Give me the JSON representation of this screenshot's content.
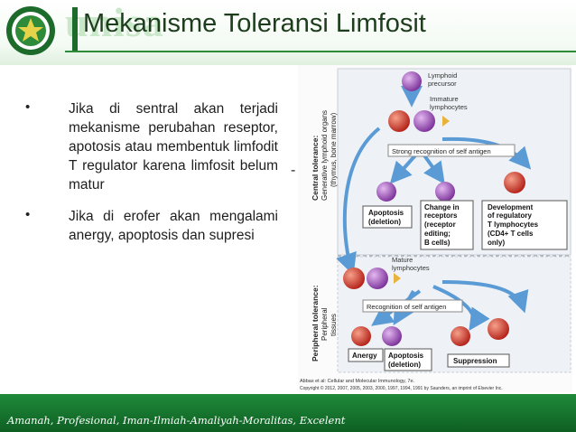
{
  "header": {
    "brand": "unisa",
    "title": "Mekanisme Toleransi Limfosit"
  },
  "bullets": [
    {
      "symbol": "•",
      "text": "Jika di sentral akan terjadi mekanisme perubahan reseptor, apotosis atau membentuk limfodit T regulator karena limfosit belum matur"
    },
    {
      "symbol": "•",
      "text": "Jika di erofer akan mengalami anergy, apoptosis dan supresi"
    }
  ],
  "dash": "-",
  "figure": {
    "lymphoid_precursor": [
      "Lymphoid",
      "precursor"
    ],
    "immature": [
      "Immature",
      "lymphocytes"
    ],
    "central_axis": [
      "Central tolerance:",
      "Generative lymphoid organs",
      "(thymus, bone marrow)"
    ],
    "strong_recognition": "Strong recognition of self antigen",
    "apoptosis_deletion": [
      "Apoptosis",
      "(deletion)"
    ],
    "change_receptors": [
      "Change in",
      "receptors",
      "(receptor",
      "editing;",
      "B cells)"
    ],
    "development_treg": [
      "Development",
      "of regulatory",
      "T lymphocytes",
      "(CD4+ T cells",
      "only)"
    ],
    "mature": [
      "Mature",
      "lymphocytes"
    ],
    "peripheral_axis": [
      "Peripheral tolerance:",
      "Peripheral",
      "tissues"
    ],
    "recognition": "Recognition of self antigen",
    "anergy": "Anergy",
    "apoptosis2": [
      "Apoptosis",
      "(deletion)"
    ],
    "suppression": "Suppression",
    "credit1": "Abbas et al: Cellular and Molecular Immunology, 7e.",
    "credit2": "Copyright © 2012, 2007, 2005, 2003, 2000, 1997, 1994, 1991 by Saunders, an imprint of Elsevier Inc."
  },
  "footer": {
    "motto": "Amanah, Profesional, Iman-Ilmiah-Amaliyah-Moralitas, Excelent"
  },
  "colors": {
    "green_dark": "#0e5f22",
    "cell_purple": "#8a3fa8",
    "cell_red": "#c8281e",
    "arrow_blue": "#5b9bd5"
  }
}
